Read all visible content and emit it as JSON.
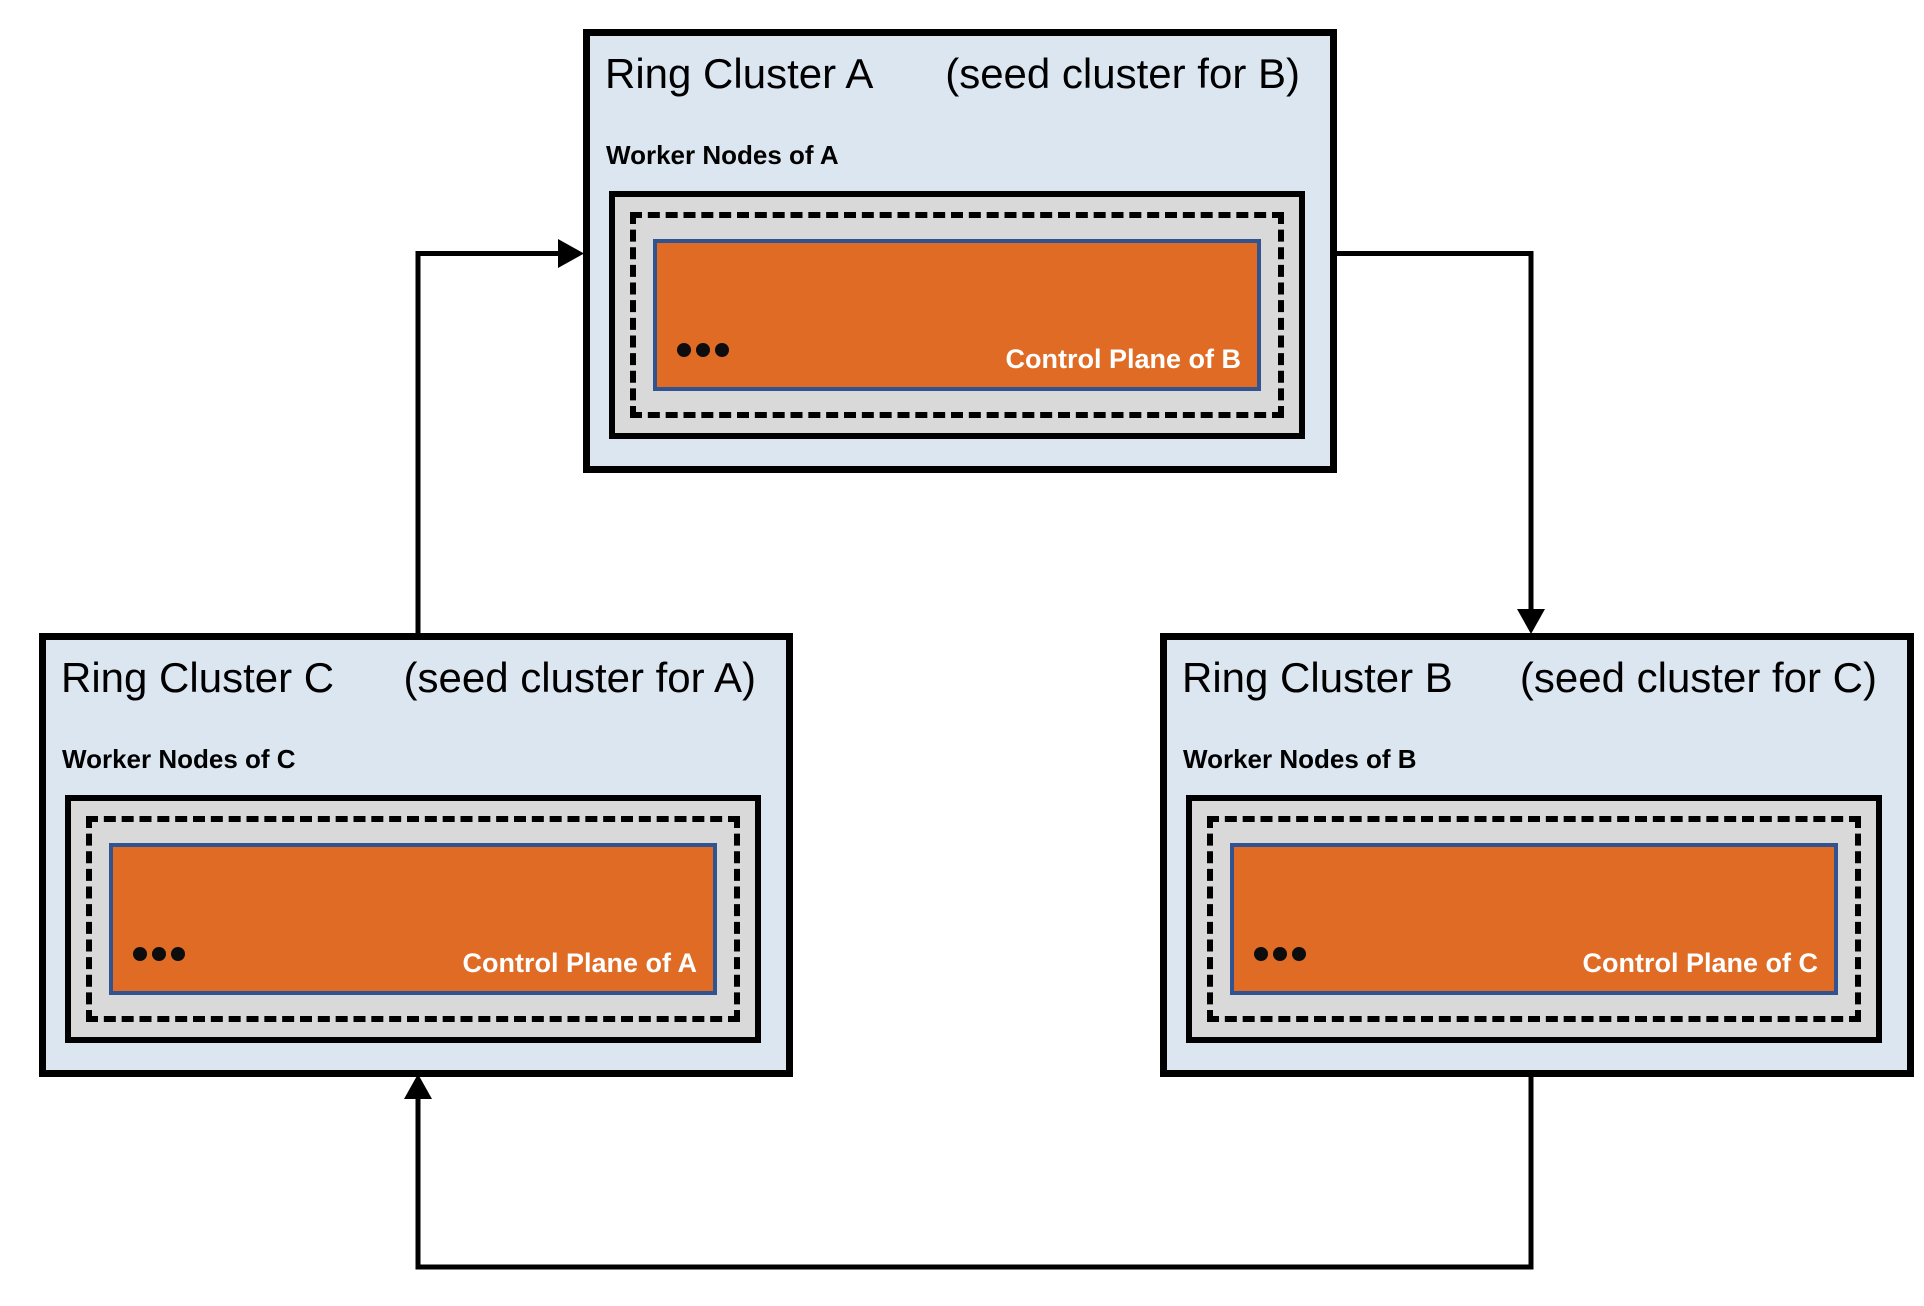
{
  "diagram": {
    "description": "Three Kubernetes-style ring clusters hosting each other's control planes in a cycle"
  },
  "clusters": [
    {
      "id": "A",
      "title": "Ring Cluster A",
      "seed_note": "(seed cluster for B)",
      "worker_label": "Worker Nodes of A",
      "control_label": "Control Plane of B"
    },
    {
      "id": "C",
      "title": "Ring Cluster C",
      "seed_note": "(seed cluster for A)",
      "worker_label": "Worker Nodes of C",
      "control_label": "Control Plane of A"
    },
    {
      "id": "B",
      "title": "Ring Cluster B",
      "seed_note": "(seed cluster for C)",
      "worker_label": "Worker Nodes of B",
      "control_label": "Control Plane of C"
    }
  ],
  "arrows": [
    {
      "from": "Ring Cluster C",
      "to": "Ring Cluster A"
    },
    {
      "from": "Ring Cluster A",
      "to": "Ring Cluster B"
    },
    {
      "from": "Ring Cluster B",
      "to": "Ring Cluster C"
    }
  ],
  "colors": {
    "cluster_fill": "#dce6f1",
    "worker_fill": "#d9d9d9",
    "control_fill": "#df6b25",
    "control_border": "#31538f",
    "line": "#000000"
  }
}
